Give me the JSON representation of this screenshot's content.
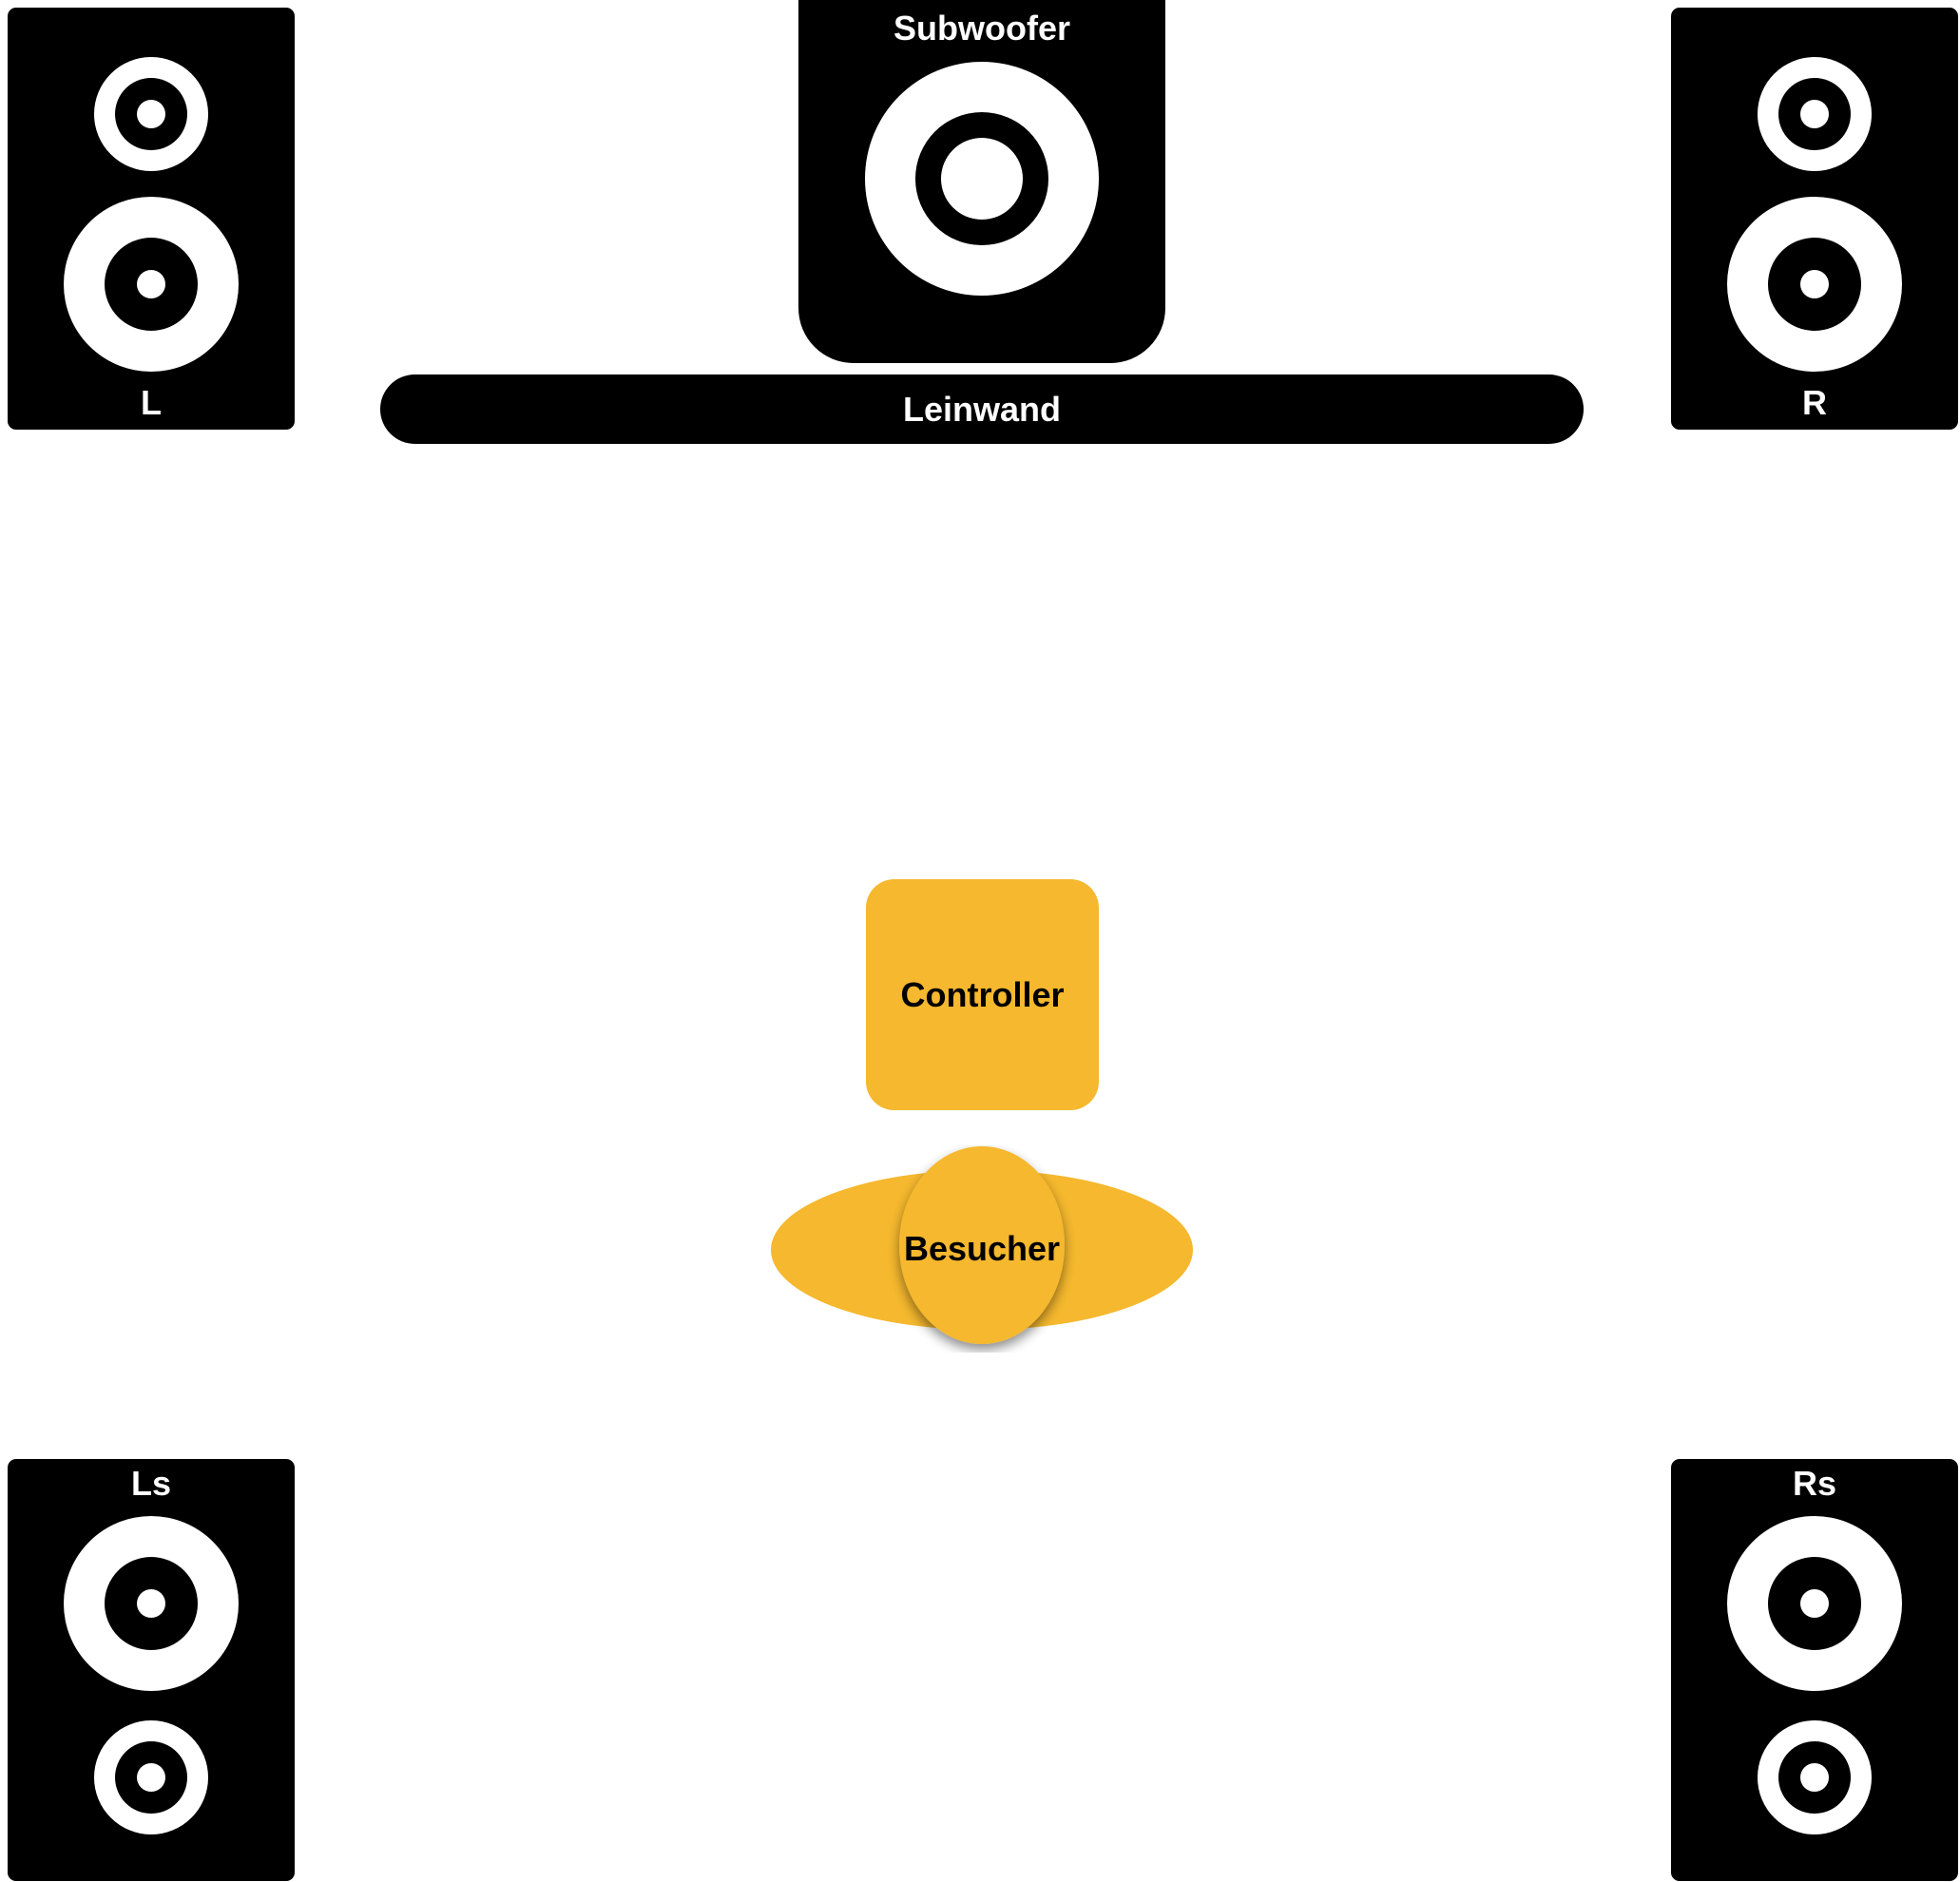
{
  "speakers": {
    "front_left": "L",
    "front_right": "R",
    "surround_left": "Ls",
    "surround_right": "Rs",
    "subwoofer": "Subwoofer"
  },
  "screen": "Leinwand",
  "controller": "Controller",
  "visitor": "Besucher",
  "colors": {
    "speaker": "#000000",
    "driver": "#ffffff",
    "accent": "#f5b82e",
    "background": "#ffffff"
  }
}
